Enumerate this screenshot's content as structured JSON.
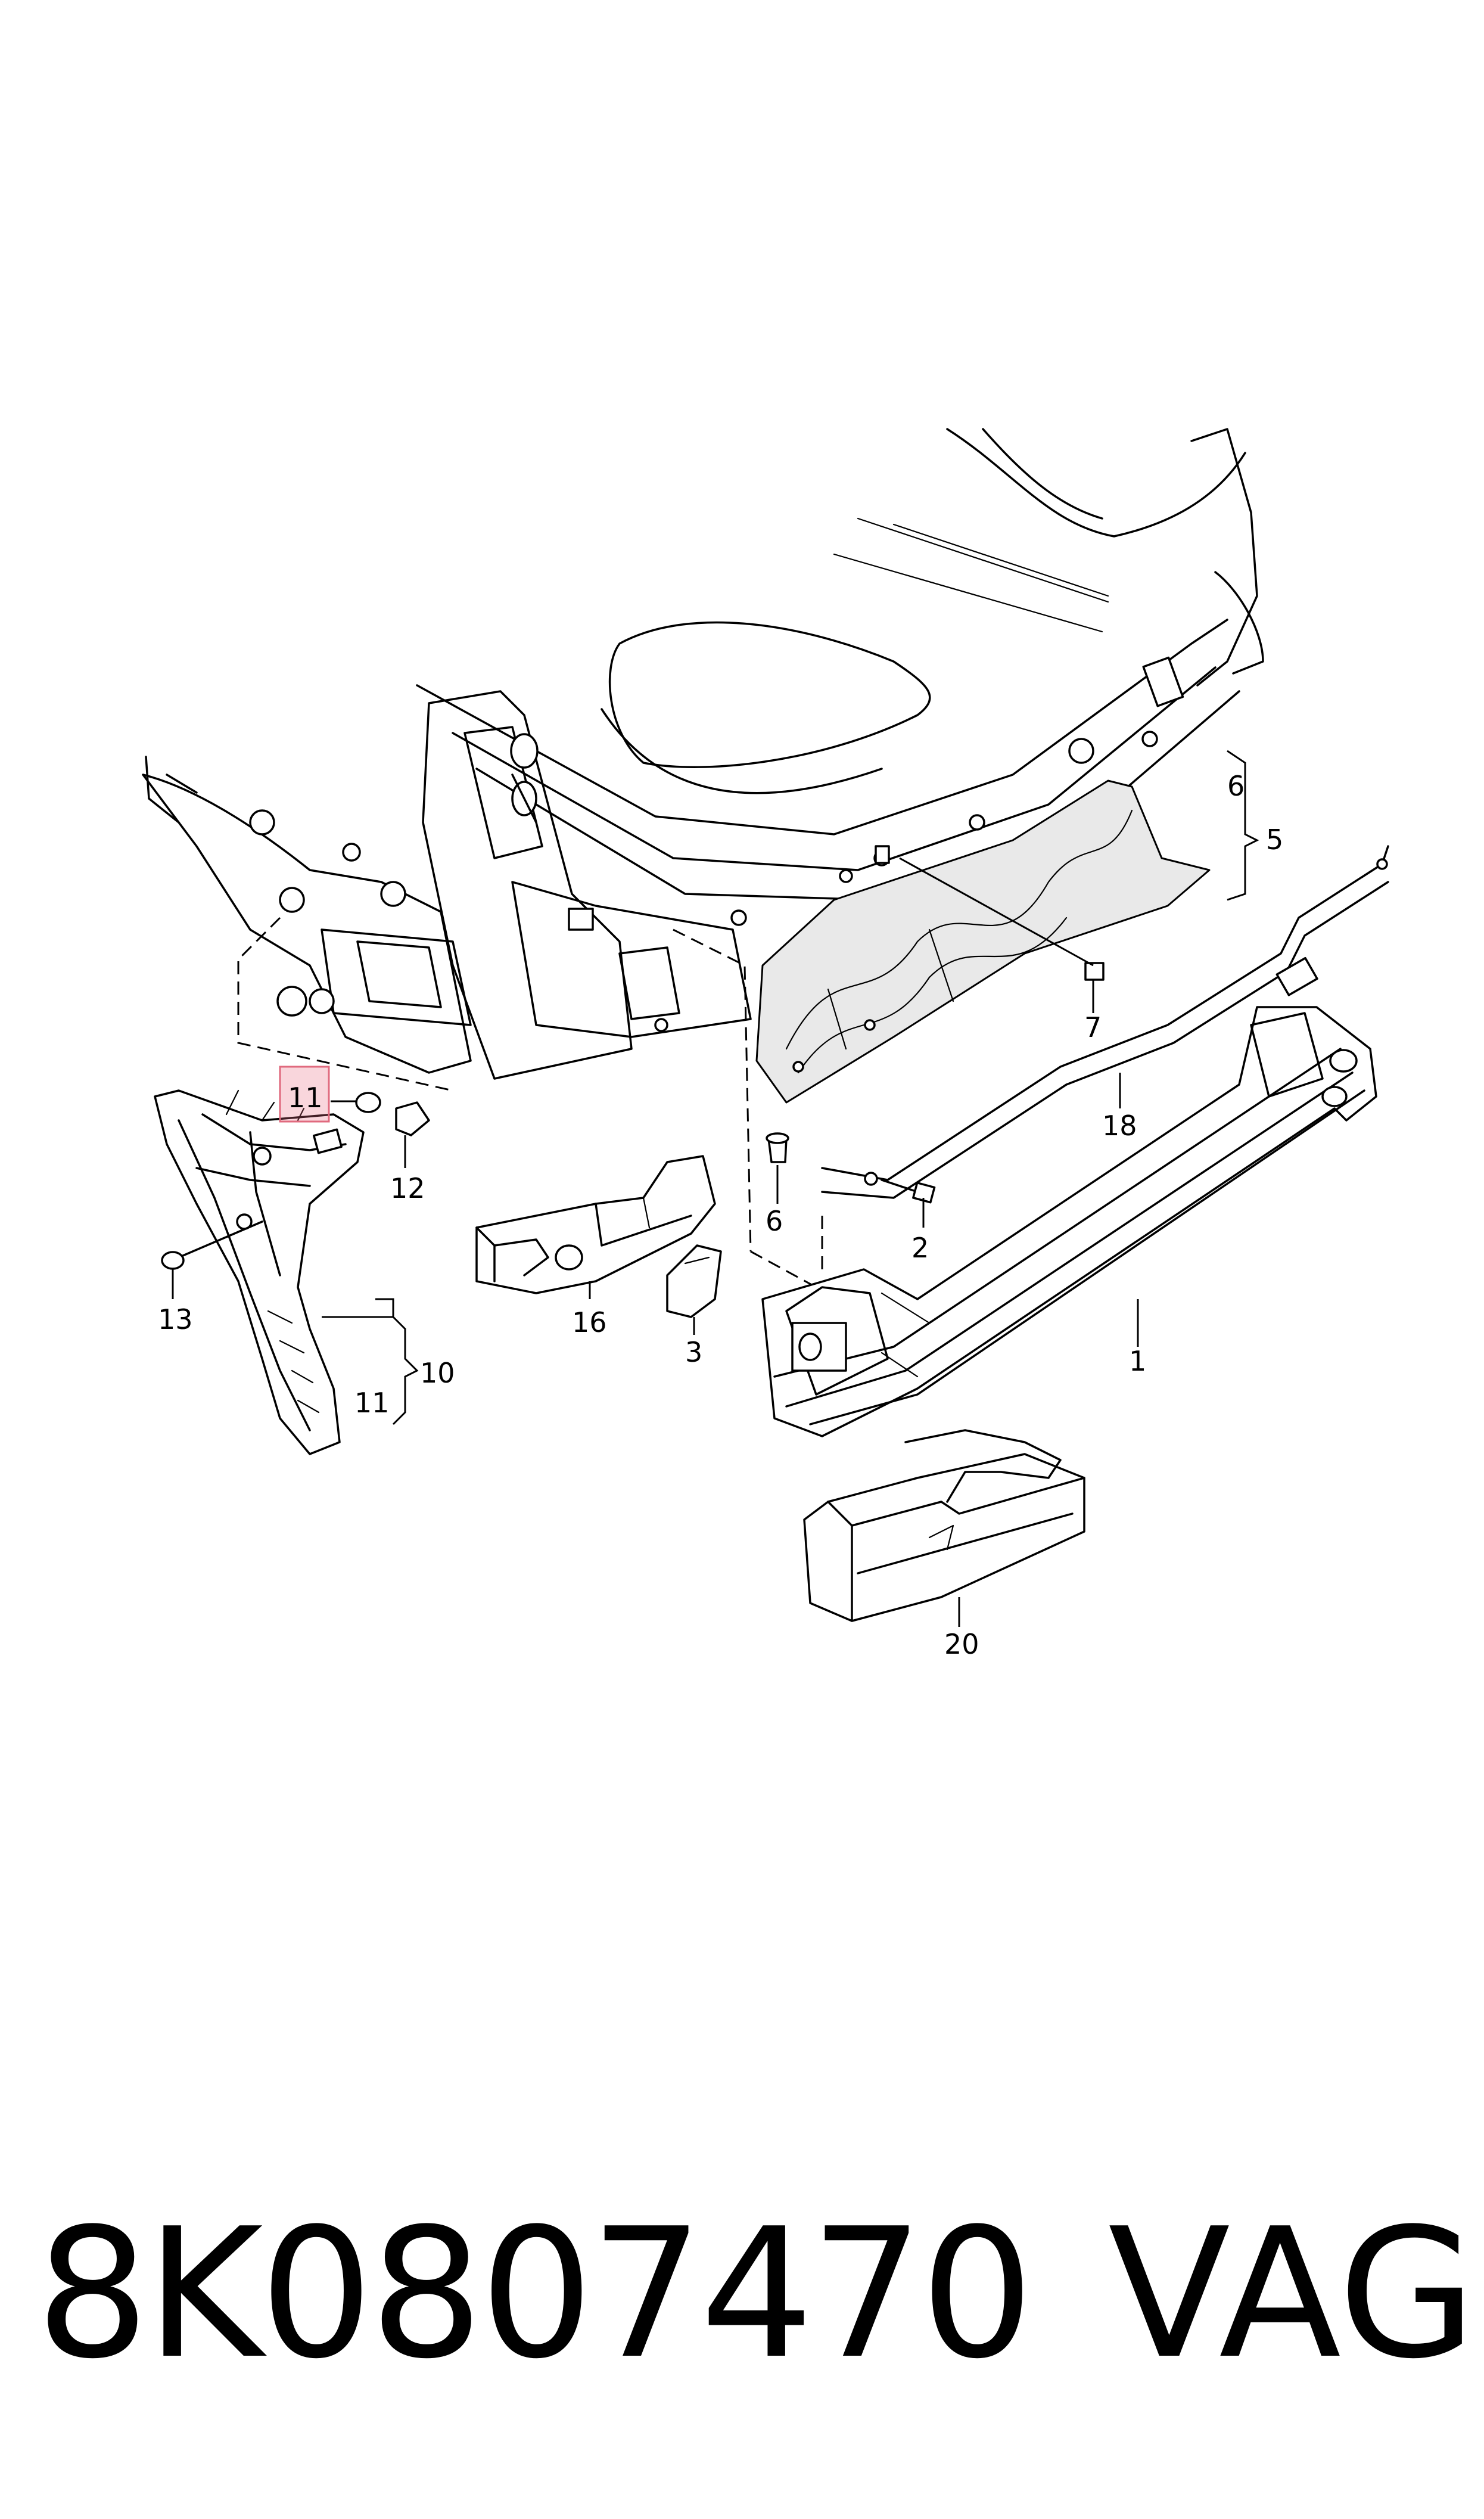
{
  "diagram": {
    "callouts": {
      "c1": "1",
      "c2": "2",
      "c3": "3",
      "c5": "5",
      "c6a": "6",
      "c6b": "6",
      "c7": "7",
      "c10": "10",
      "c11_highlight": "11",
      "c11": "11",
      "c12": "12",
      "c13": "13",
      "c16": "16",
      "c18": "18",
      "c20": "20"
    },
    "highlight_color": "#e06a7e"
  },
  "footer": {
    "part_number": "8K0807470",
    "brand": "VAG"
  }
}
